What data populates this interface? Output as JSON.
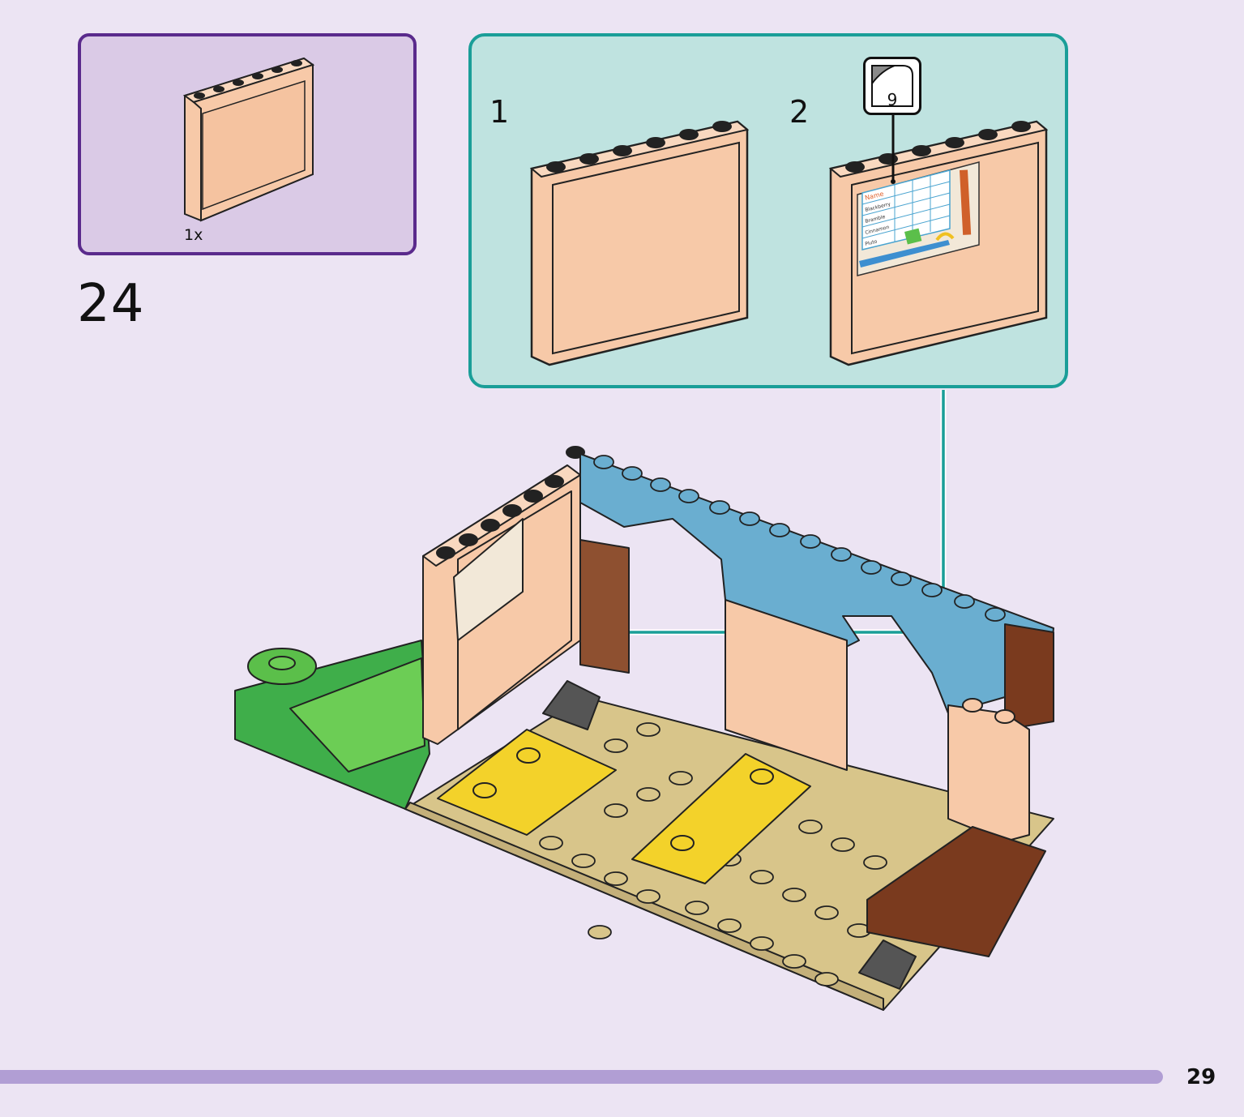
{
  "step": {
    "number": "24"
  },
  "parts_list": {
    "quantity": "1x"
  },
  "substeps": [
    {
      "label": "1"
    },
    {
      "label": "2"
    }
  ],
  "sticker": {
    "number": "9"
  },
  "sticker_text": [
    "Name",
    "Blackberry",
    "Bramble",
    "Cinnamon",
    "Pluto"
  ],
  "page": {
    "number": "29"
  },
  "colors": {
    "background": "#ece4f3",
    "parts_box_fill": "#dacae6",
    "parts_box_border": "#5a2a8c",
    "substep_box_fill": "#bfe3e0",
    "substep_box_border": "#1a9e98",
    "footer_bar": "#b19ed4",
    "panel_brick": "#f7c9a8",
    "arch_blue": "#6aaed0",
    "baseplate_tan": "#d8c58a",
    "tile_yellow": "#f3d22a",
    "grass_green": "#3fae4a",
    "brick_brown": "#7a3a1e"
  },
  "icons": [
    "panel-brick-icon",
    "sticker-icon",
    "assembly-arrow-icon"
  ]
}
